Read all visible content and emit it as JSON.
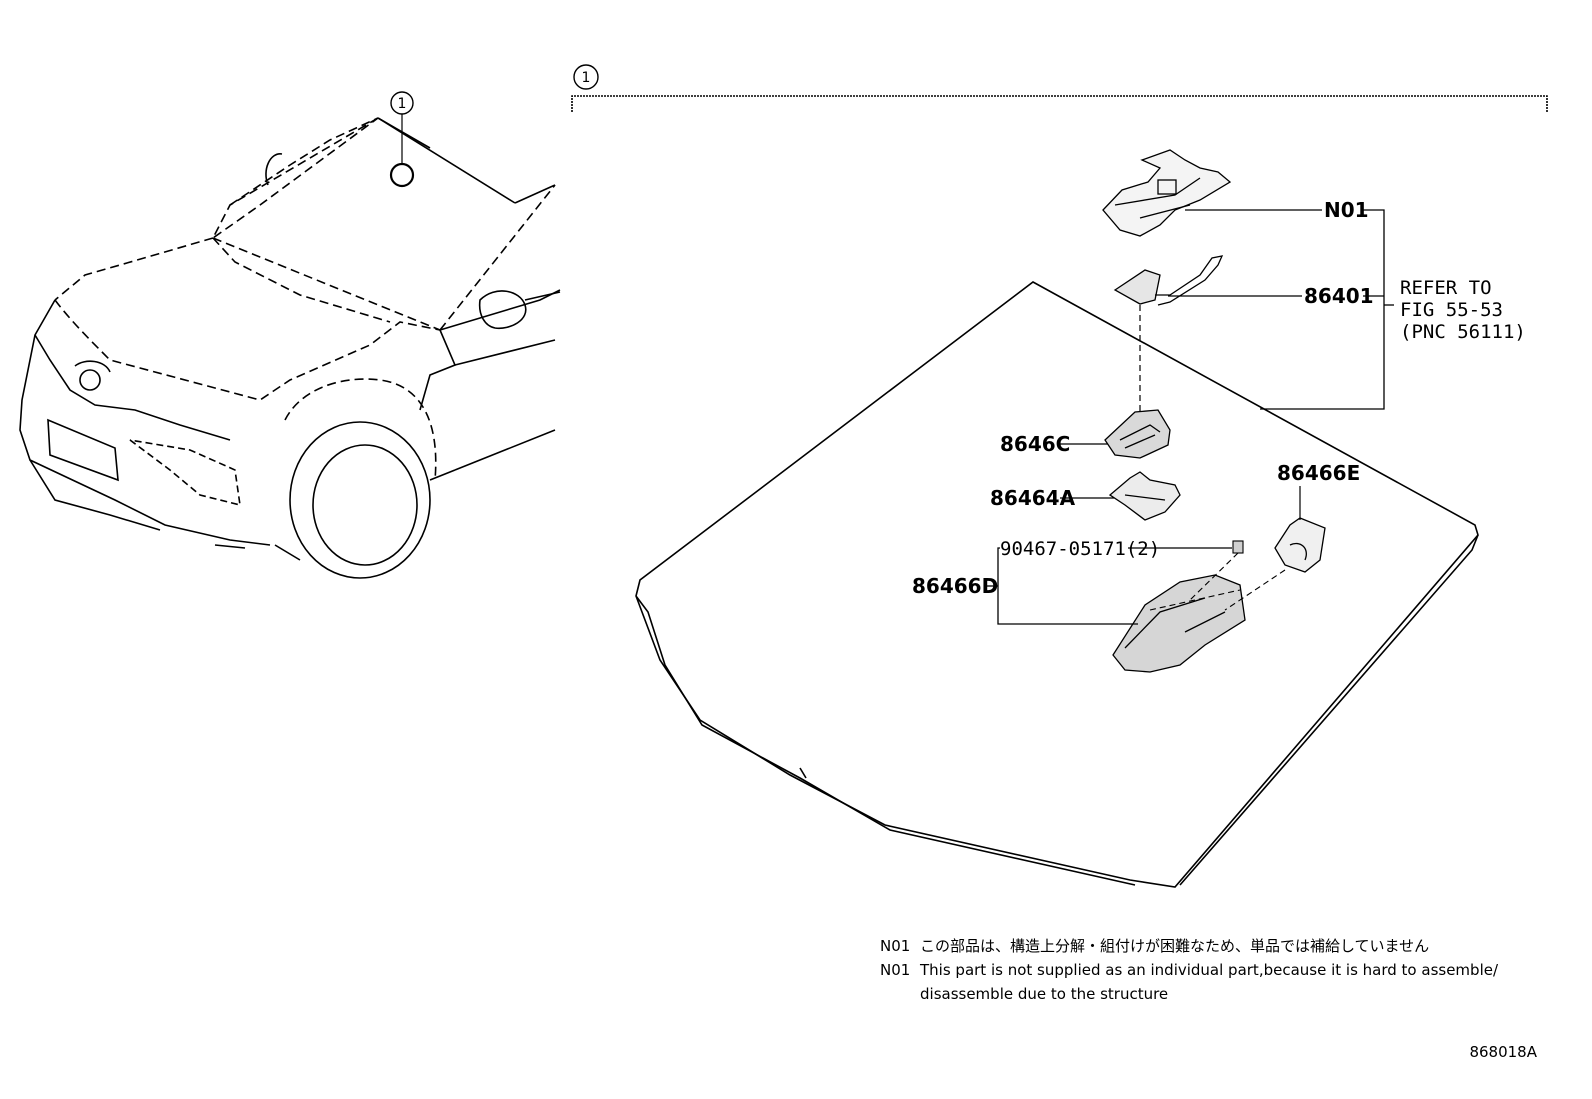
{
  "callout_marker": "1",
  "labels": {
    "n01": "N01",
    "p86401": "86401",
    "p8646c": "8646C",
    "p86464a": "86464A",
    "p86466e": "86466E",
    "p90467": "90467-05171(2)",
    "p86466d": "86466D"
  },
  "refer": {
    "line1": "REFER TO",
    "line2": "FIG 55-53",
    "line3": "(PNC 56111)"
  },
  "notes": {
    "jp_code": "N01",
    "jp_text": "この部品は、構造上分解・組付けが困難なため、単品では補給していません",
    "en_code": "N01",
    "en_text_1": "This part is not supplied as an individual part,because it is hard to assemble/",
    "en_text_2": "disassemble due to the structure"
  },
  "figure_code": "868018A"
}
